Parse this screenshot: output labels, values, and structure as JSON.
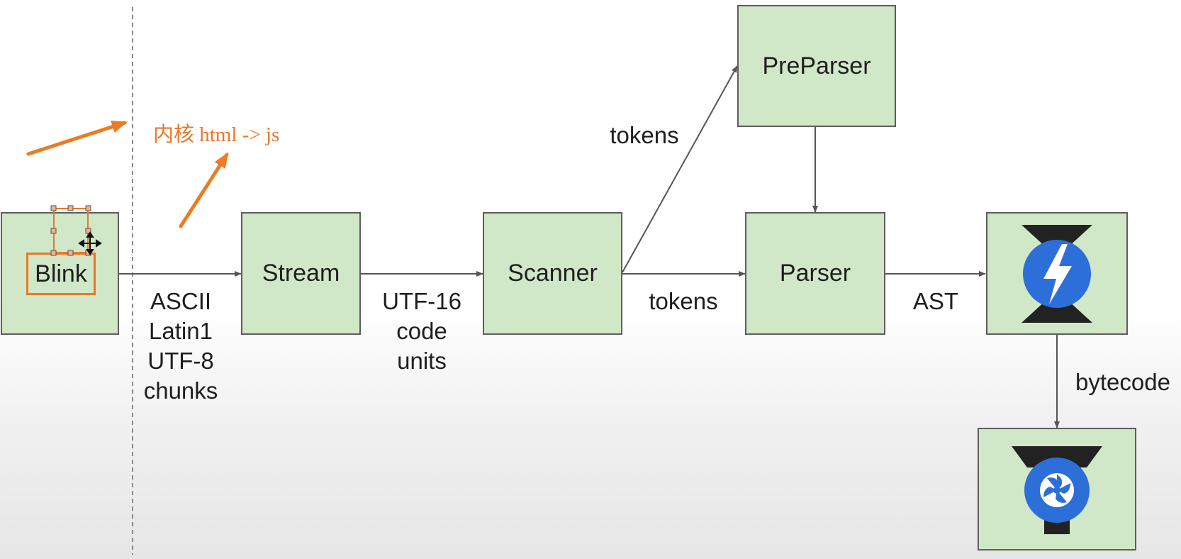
{
  "nodes": {
    "blink": "Blink",
    "stream": "Stream",
    "scanner": "Scanner",
    "preparser": "PreParser",
    "parser": "Parser"
  },
  "edges": {
    "blink_stream": [
      "ASCII",
      "Latin1",
      "UTF-8",
      "chunks"
    ],
    "stream_scanner": [
      "UTF-16",
      "code",
      "units"
    ],
    "scanner_parser": "tokens",
    "scanner_preparser": "tokens",
    "parser_ignition": "AST",
    "ignition_turbofan": "bytecode"
  },
  "annotation": {
    "text": "内核 html -> js",
    "color": "#e9782a"
  },
  "icons": {
    "ignition": "ignition-logo-icon",
    "turbofan": "turbofan-logo-icon"
  },
  "colors": {
    "box_fill": "#d0e8c7",
    "box_border": "#5d5d5d",
    "annotation": "#e9782a",
    "logo_blue": "#2d6fd9"
  }
}
